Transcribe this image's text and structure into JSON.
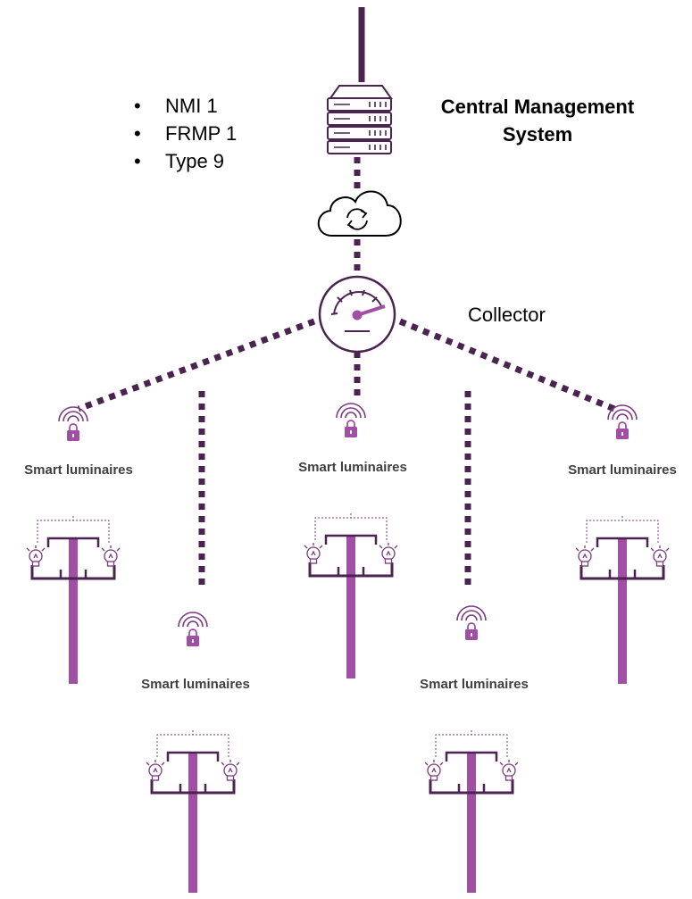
{
  "meter_info": [
    "NMI 1",
    "FRMP 1",
    "Type 9"
  ],
  "cms": {
    "title": "Central Management System",
    "icon": "server-icon"
  },
  "network": {
    "icon": "cloud-sync-icon"
  },
  "collector": {
    "label": "Collector",
    "icon": "gauge-icon"
  },
  "luminaires": [
    {
      "label": "Smart luminaires"
    },
    {
      "label": "Smart luminaires"
    },
    {
      "label": "Smart luminaires"
    },
    {
      "label": "Smart luminaires"
    },
    {
      "label": "Smart luminaires"
    }
  ],
  "colors": {
    "link": "#4a2350",
    "pole": "#a14ea5",
    "lamp": "#7a3a80",
    "text": "#000000",
    "label": "#404040"
  }
}
